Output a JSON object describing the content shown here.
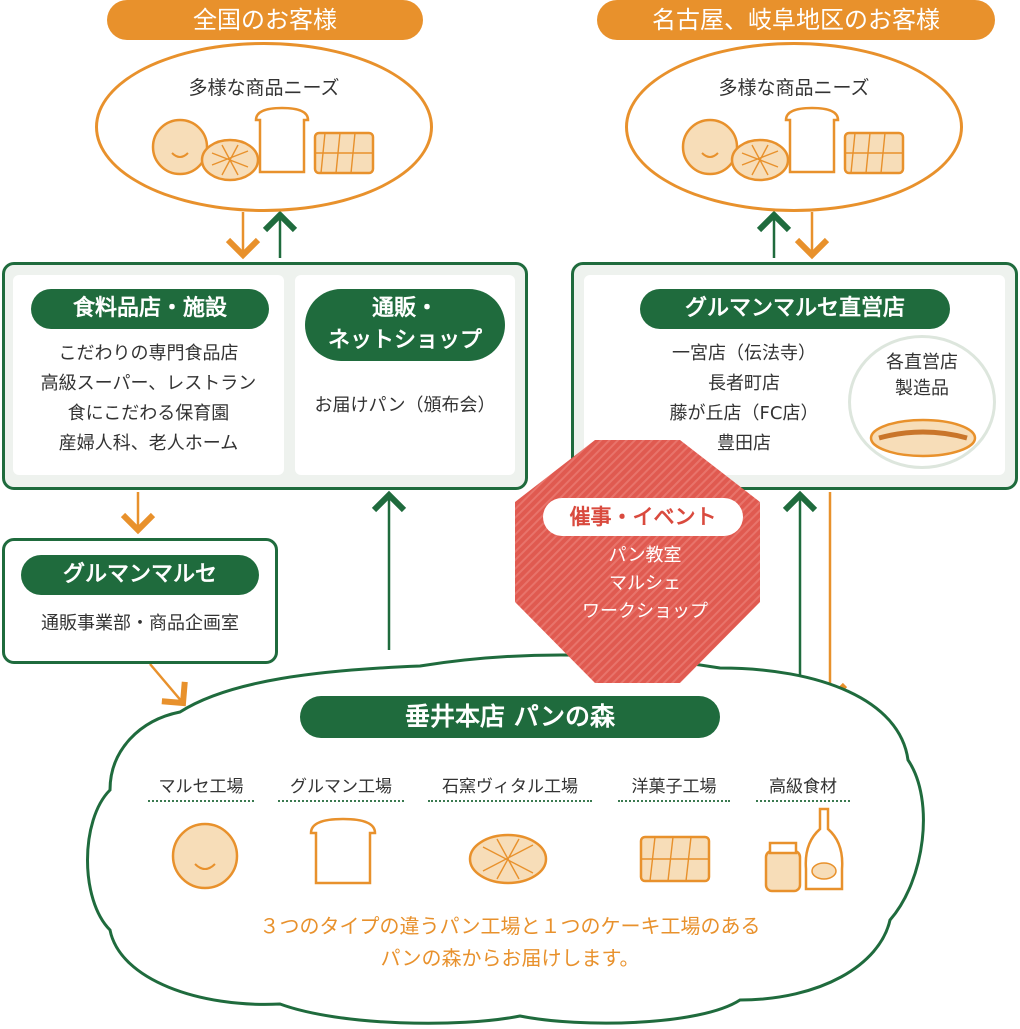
{
  "top_left": {
    "header": "全国のお客様",
    "needs": "多様な商品ニーズ"
  },
  "top_right": {
    "header": "名古屋、岐阜地区のお客様",
    "needs": "多様な商品ニーズ"
  },
  "food_stores": {
    "title": "食料品店・施設",
    "items": [
      "こだわりの専門食品店",
      "高級スーパー、レストラン",
      "食にこだわる保育園",
      "産婦人科、老人ホーム"
    ]
  },
  "mail_order": {
    "title_line1": "通販・",
    "title_line2": "ネットショップ",
    "item": "お届けパン（頒布会）"
  },
  "direct_stores": {
    "title": "グルマンマルセ直営店",
    "items": [
      "一宮店（伝法寺）",
      "長者町店",
      "藤が丘店（FC店）",
      "豊田店"
    ],
    "badge_line1": "各直営店",
    "badge_line2": "製造品"
  },
  "gourmand": {
    "title": "グルマンマルセ",
    "subtitle": "通販事業部・商品企画室"
  },
  "event": {
    "title": "催事・イベント",
    "items": [
      "パン教室",
      "マルシェ",
      "ワークショップ"
    ]
  },
  "main_store": {
    "title": "垂井本店 パンの森",
    "factories": [
      "マルセ工場",
      "グルマン工場",
      "石窯ヴィタル工場",
      "洋菓子工場",
      "高級食材"
    ],
    "note_line1": "３つのタイプの違うパン工場と１つのケーキ工場のある",
    "note_line2": "パンの森からお届けします。"
  },
  "colors": {
    "orange": "#e8912c",
    "green": "#1f6b3d",
    "red": "#e05a50",
    "bread_fill": "#f7ddb8"
  }
}
